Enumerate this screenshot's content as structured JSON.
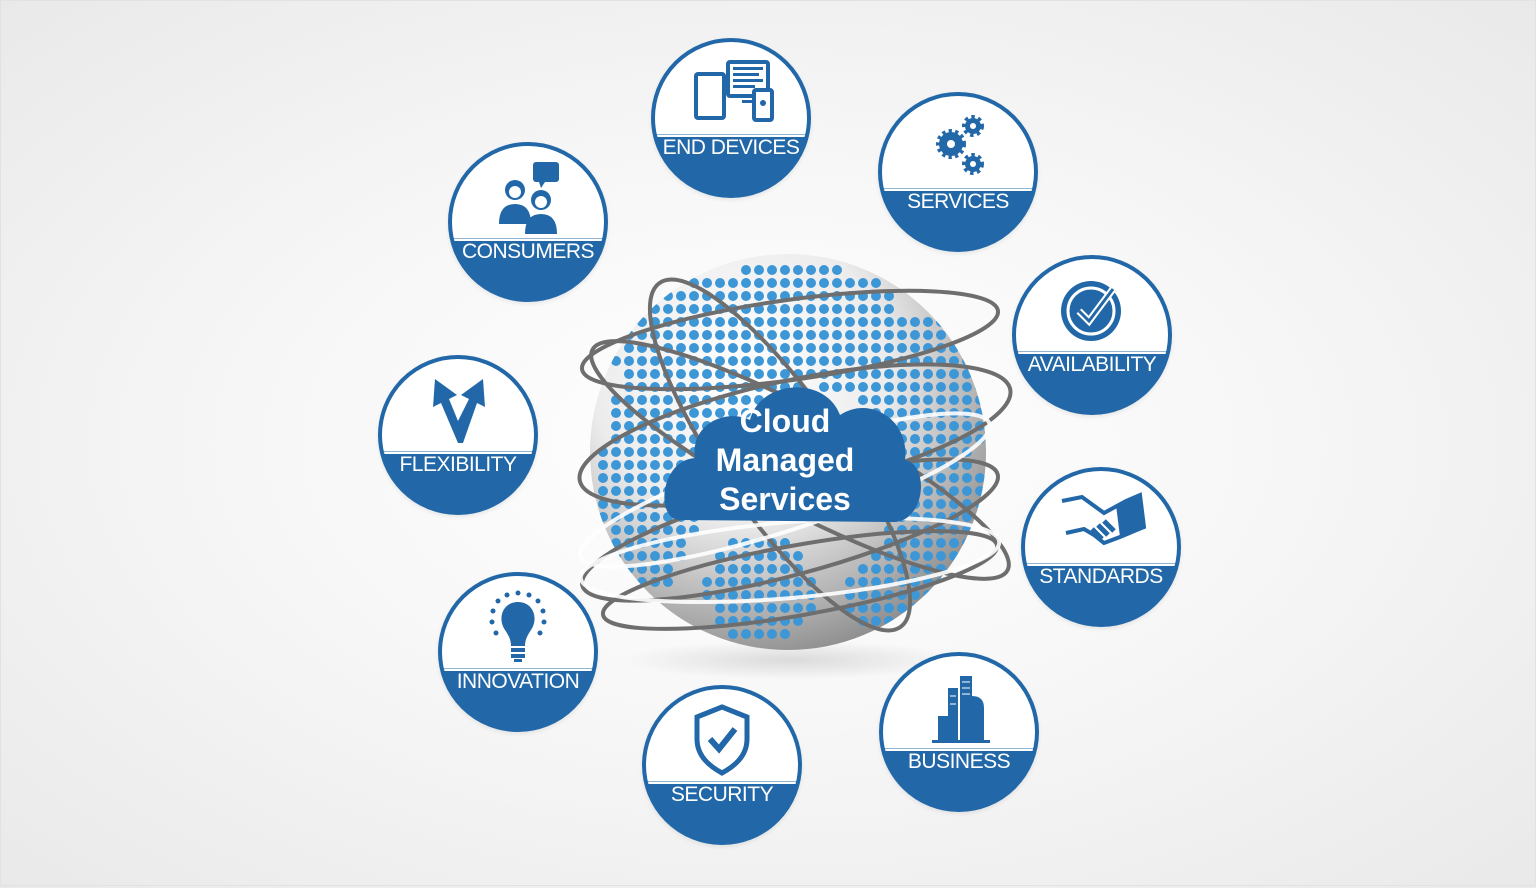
{
  "center": {
    "line1": "Cloud",
    "line2": "Managed",
    "line3": "Services"
  },
  "nodes": {
    "end_devices": {
      "label": "END DEVICES",
      "icon": "devices-icon"
    },
    "services": {
      "label": "SERVICES",
      "icon": "gears-icon"
    },
    "consumers": {
      "label": "CONSUMERS",
      "icon": "people-chat-icon"
    },
    "availability": {
      "label": "AVAILABILITY",
      "icon": "check-circle-icon"
    },
    "flexibility": {
      "label": "FLEXIBILITY",
      "icon": "split-arrows-icon"
    },
    "standards": {
      "label": "STANDARDS",
      "icon": "handshake-icon"
    },
    "innovation": {
      "label": "INNOVATION",
      "icon": "lightbulb-icon"
    },
    "business": {
      "label": "BUSINESS",
      "icon": "buildings-icon"
    },
    "security": {
      "label": "SECURITY",
      "icon": "shield-check-icon"
    }
  },
  "colors": {
    "brand_blue": "#2268a8",
    "dot_blue": "#3d96d6",
    "orbit_gray": "#6e6e6e"
  }
}
